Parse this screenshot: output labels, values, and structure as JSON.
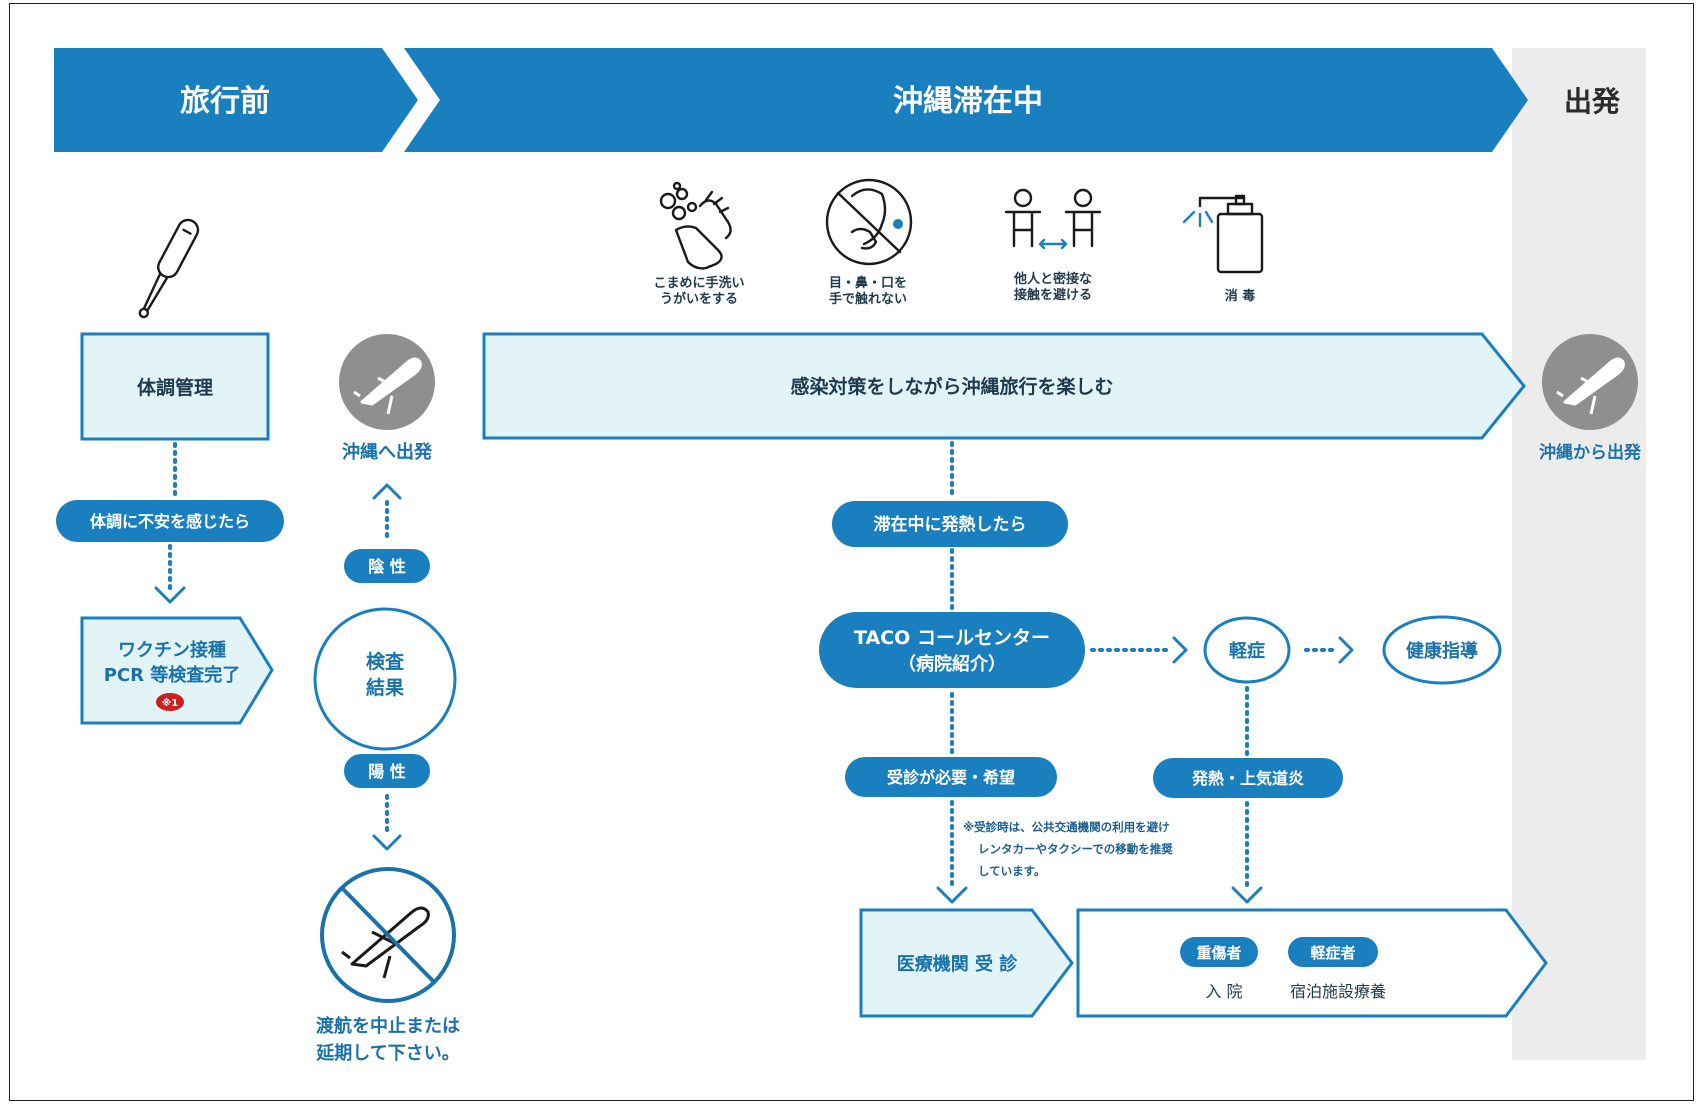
{
  "phases": {
    "before": "旅行前",
    "during": "沖縄滞在中",
    "departure": "出発"
  },
  "prevention": [
    {
      "icon": "handwashing-icon",
      "line1": "こまめに手洗い",
      "line2": "うがいをする"
    },
    {
      "icon": "no-face-touch-icon",
      "line1": "目・鼻・口を",
      "line2": "手で触れない"
    },
    {
      "icon": "social-distance-icon",
      "line1": "他人と密接な",
      "line2": "接触を避ける"
    },
    {
      "icon": "disinfectant-spray-icon",
      "line1": "消 毒",
      "line2": ""
    }
  ],
  "before": {
    "health_check": "体調管理",
    "if_unwell": "体調に不安を感じたら",
    "vaccine_line1": "ワクチン接種",
    "vaccine_line2": "PCR 等検査完了",
    "note_badge": "※1",
    "negative": "陰 性",
    "depart_to_okinawa": "沖縄へ出発",
    "test_line1": "検査",
    "test_line2": "結果",
    "positive": "陽 性",
    "cancel_line1": "渡航を中止または",
    "cancel_line2": "延期して下さい。"
  },
  "during": {
    "enjoy": "感染対策をしながら沖縄旅行を楽しむ",
    "if_fever": "滞在中に発熱したら",
    "taco_line1": "TACO コールセンター",
    "taco_line2": "（病院紹介）",
    "mild": "軽症",
    "health_guidance": "健康指導",
    "need_consult": "受診が必要・希望",
    "fever_symptoms": "発熱・上気道炎",
    "note_line1": "※受診時は、公共交通機関の利用を避け",
    "note_line2": "レンタカーやタクシーでの移動を推奨",
    "note_line3": "しています。",
    "medical_visit": "医療機関 受 診",
    "severe": "重傷者",
    "mild_patient": "軽症者",
    "hospitalization": "入 院",
    "lodging_care": "宿泊施設療養"
  },
  "departure": {
    "depart_from_okinawa": "沖縄から出発"
  },
  "colors": {
    "primary_blue": "#1a7fbf",
    "pale_blue": "#e3f4f8",
    "grey_band": "#ececec",
    "grey_icon": "#8f8f8f",
    "badge_red": "#cc1f1f"
  }
}
